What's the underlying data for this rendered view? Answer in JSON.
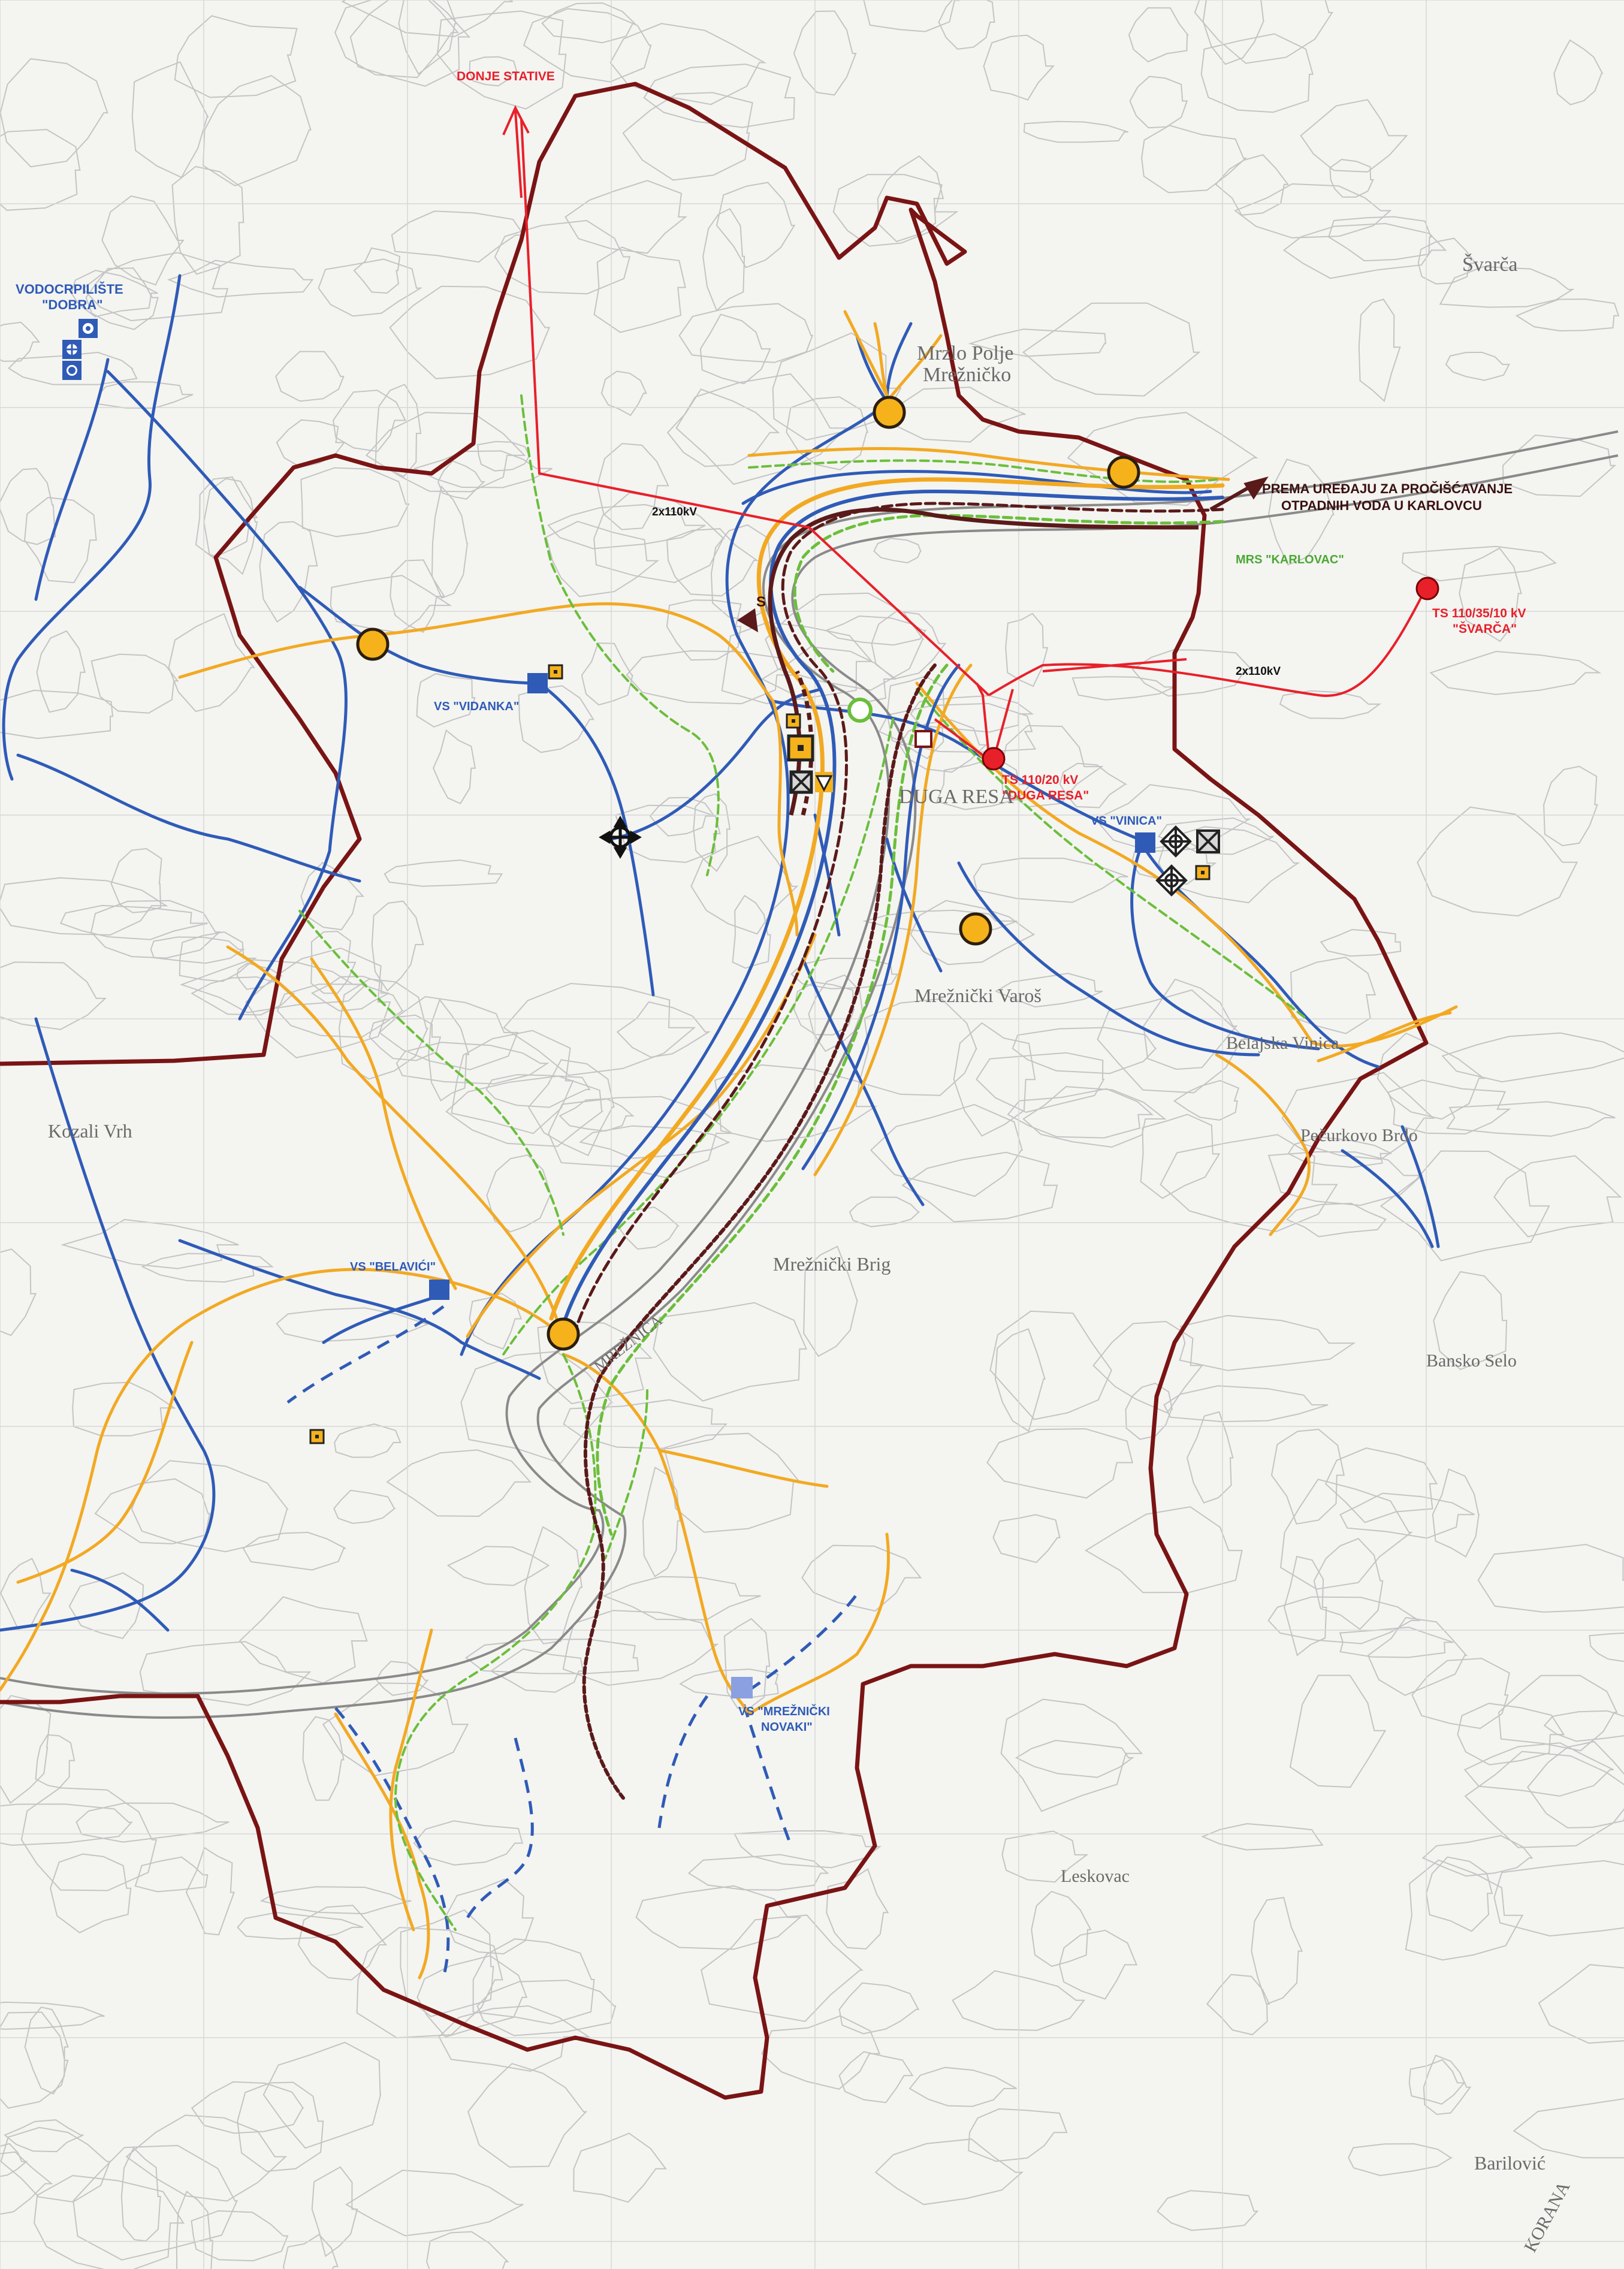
{
  "map": {
    "labels": {
      "donje_stative": "DONJE STATIVE",
      "vodocrpiliste_line1": "VODOCRPILIŠTE",
      "vodocrpiliste_line2": "\"DOBRA\"",
      "prema_line1": "PREMA UREĐAJU ZA PROČIŠĆAVANJE",
      "prema_line2": "OTPADNIH VODA U KARLOVCU",
      "ts_svarca_line1": "TS 110/35/10 kV",
      "ts_svarca_line2": "\"ŠVARČA\"",
      "ts_duga_resa_line1": "TS 110/20 kV",
      "ts_duga_resa_line2": "\"DUGA RESA\"",
      "kv_line_1": "2x110kV",
      "kv_line_2": "2x110kV",
      "vs_vidanka": "VS \"VIDANKA\"",
      "vs_vinica": "VS \"VINICA\"",
      "vs_belavici": "VS \"BELAVIĆI\"",
      "vs_mreznicki_line1": "VS \"MREŽNIČKI",
      "vs_mreznicki_line2": "NOVAKI\"",
      "mrs_karlovac": "MRS \"KARLOVAC\"",
      "s_marker": "S",
      "topo_mrzlo_polje": "Mrzlo Polje",
      "topo_mreznicko": "Mrežničko",
      "topo_svarca": "Švarča",
      "topo_mreznicki_varos": "Mrežnički Varoš",
      "topo_belajska_vinica": "Belajska Vinica",
      "topo_pecurkovo_brdo": "Pečurkovo Brdo",
      "topo_mreznicki_brig": "Mrežnički Brig",
      "topo_bansko_selo": "Bansko Selo",
      "topo_leskovac": "Leskovac",
      "topo_barilovic": "Barilović",
      "topo_kozali_vrh": "Kozali Vrh",
      "topo_duga_resa": "DUGA RESA",
      "topo_mreznica": "MREŽNICA",
      "topo_korana": "KORANA"
    },
    "colors": {
      "boundary": "#7a1414",
      "water_supply": "#2f5bb7",
      "sewer": "#f2a922",
      "gas": "#6abf3a",
      "power": "#e8202a",
      "railway": "#5a1a1a",
      "water_supply_planned": "#8aa0e0",
      "node_fill": "#f5b21b"
    }
  }
}
